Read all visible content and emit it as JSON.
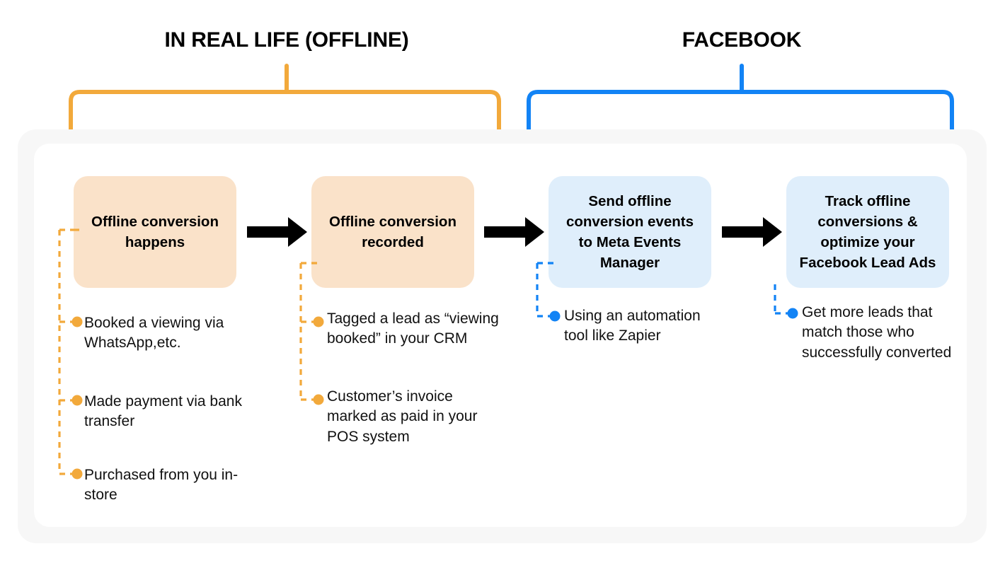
{
  "headings": {
    "offline": "IN REAL LIFE (OFFLINE)",
    "facebook": "FACEBOOK"
  },
  "colors": {
    "orange_bracket": "#F2A93B",
    "blue_bracket": "#1283F5",
    "peach_card": "#FAE2C9",
    "blue_card": "#DFEEFB",
    "orange_dot": "#F2A93B",
    "blue_dot": "#1283F5",
    "panel_outer": "#F7F7F7",
    "panel_inner": "#FFFFFF",
    "arrow": "#000000",
    "text": "#000000"
  },
  "icons": {
    "arrow": "arrow-right-icon",
    "bullet": "bullet-dot-icon"
  },
  "steps": [
    {
      "id": "offline-conversion-happens",
      "title": "Offline conversion happens",
      "accent": "orange",
      "bullets": [
        "Booked a viewing via WhatsApp,etc.",
        "Made payment via bank transfer",
        "Purchased from you in-store"
      ]
    },
    {
      "id": "offline-conversion-recorded",
      "title": "Offline conversion recorded",
      "accent": "orange",
      "bullets": [
        "Tagged a lead as “viewing booked” in your CRM",
        "Customer’s invoice marked as paid in your POS system"
      ]
    },
    {
      "id": "send-offline-conversion-events",
      "title": "Send offline conversion events to Meta Events Manager",
      "accent": "blue",
      "bullets": [
        "Using an automation tool like Zapier"
      ]
    },
    {
      "id": "track-offline-conversions",
      "title": "Track offline conversions & optimize your Facebook Lead Ads",
      "accent": "blue",
      "bullets": [
        "Get more leads that match those who successfully converted"
      ]
    }
  ],
  "arrows": {
    "a1": "→",
    "a2": "→",
    "a3": "→"
  }
}
